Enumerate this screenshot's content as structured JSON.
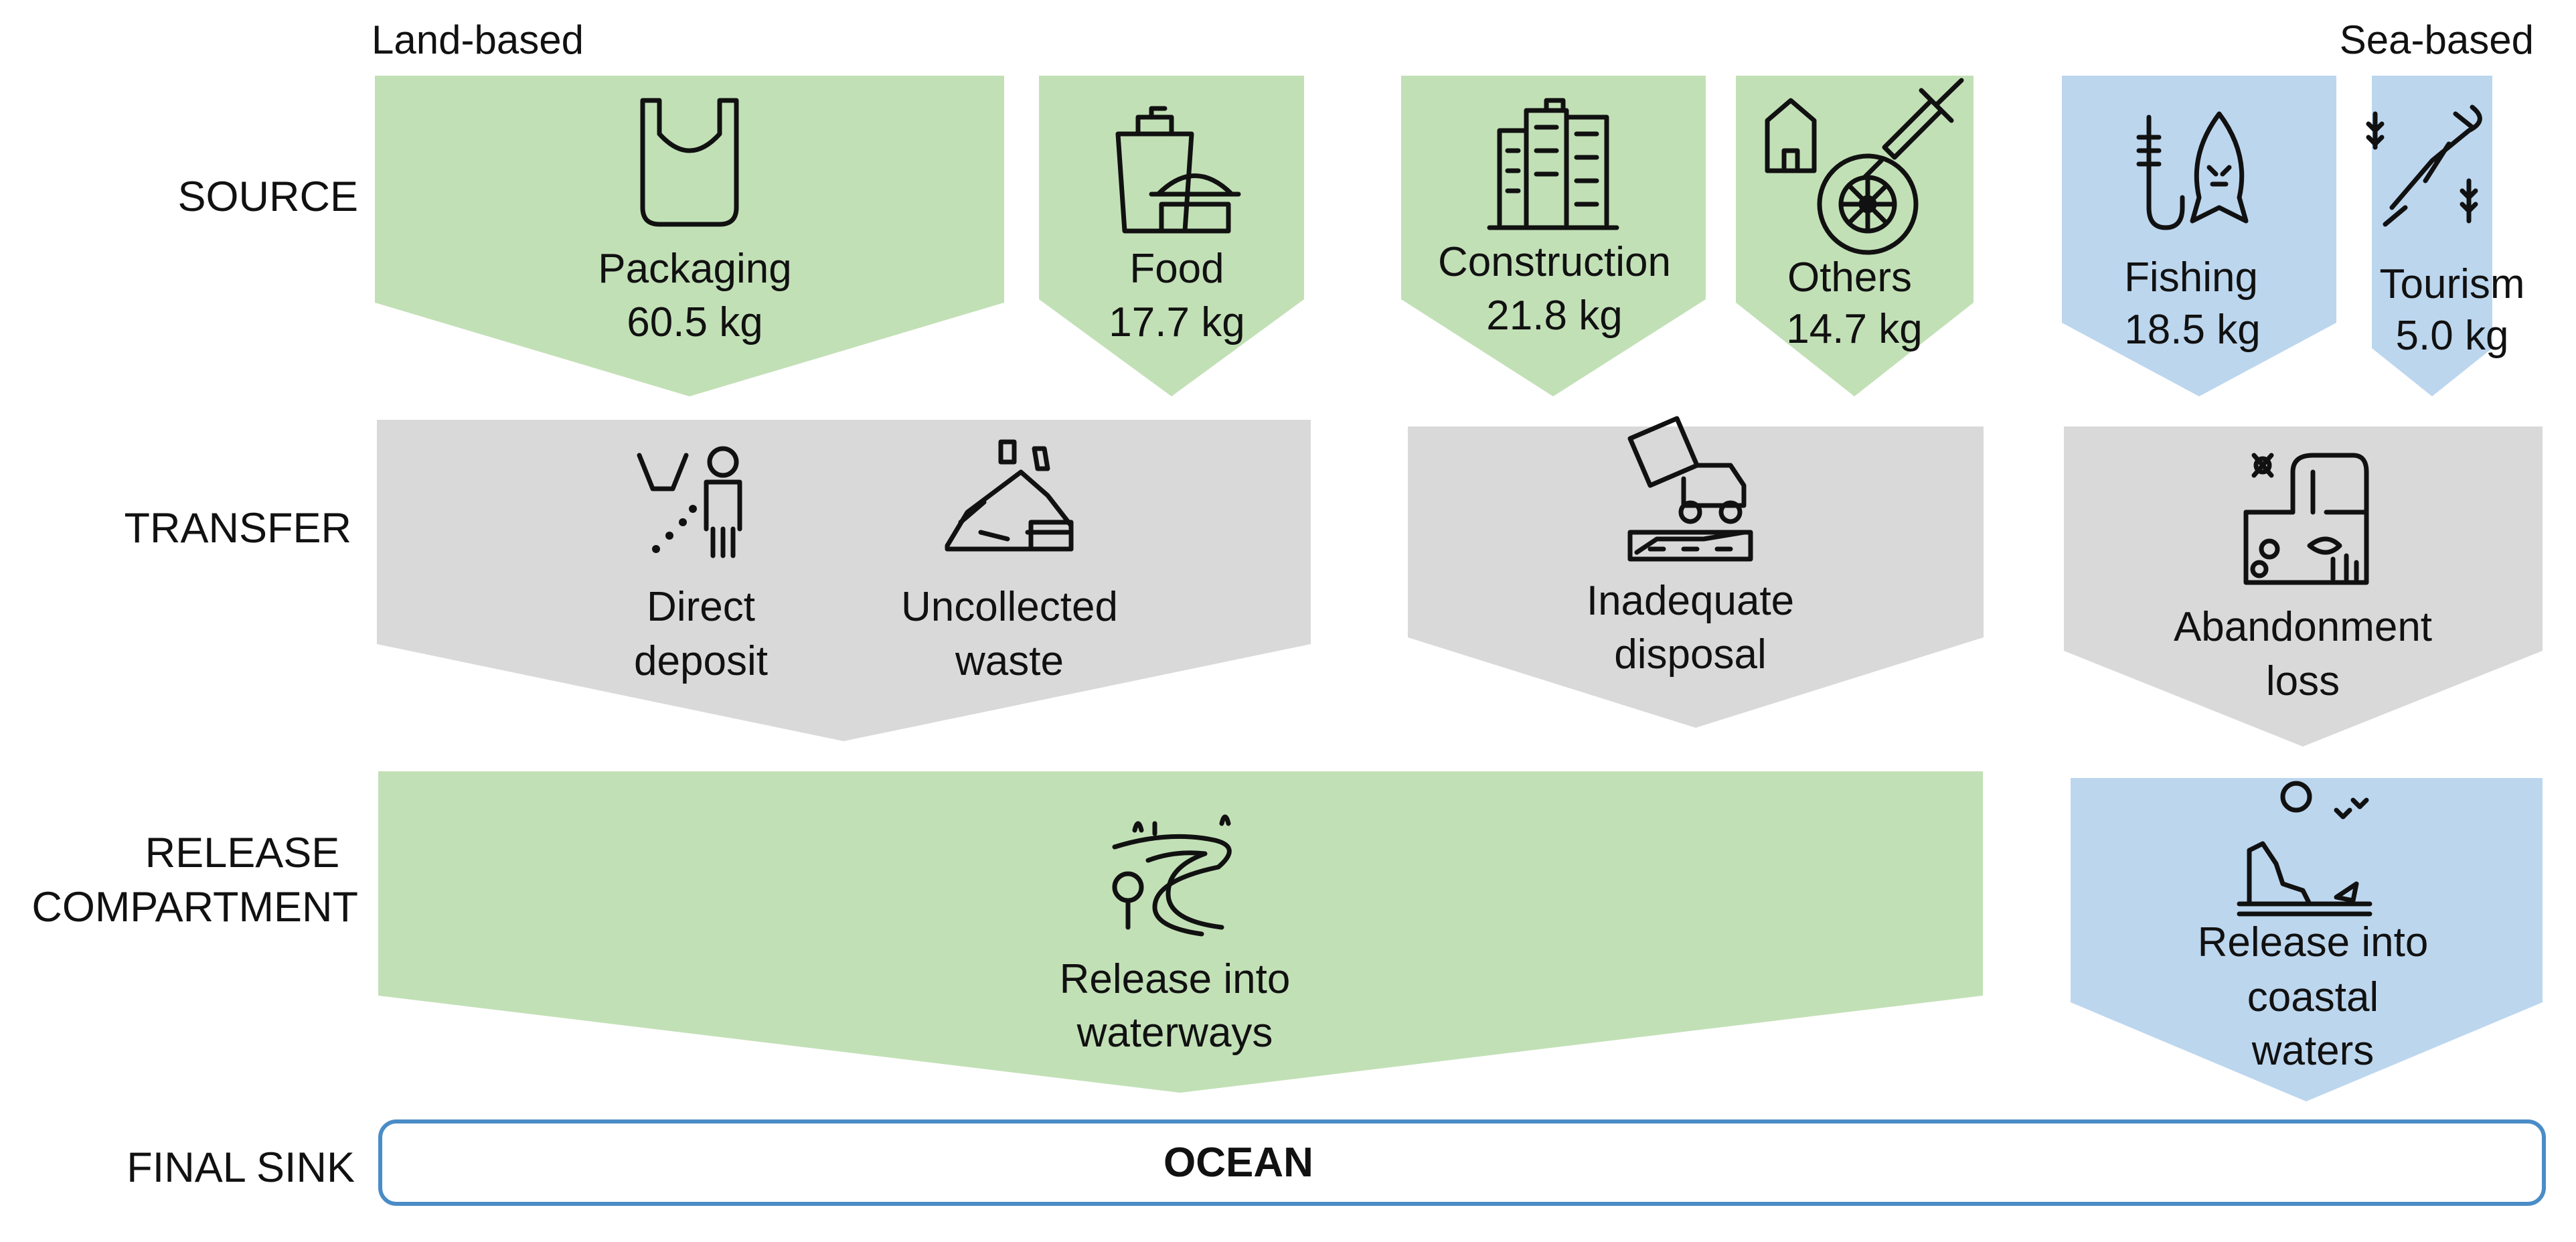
{
  "colors": {
    "land": "#c2e0b6",
    "sea": "#bcd6ee",
    "transfer": "#d9d9d9",
    "sink_border": "#4a8cc6"
  },
  "groups": {
    "land": "Land-based",
    "sea": "Sea-based"
  },
  "rows": {
    "source": "SOURCE",
    "transfer": "TRANSFER",
    "release_line1": "RELEASE",
    "release_line2": "COMPARTMENT",
    "final_sink": "FINAL SINK"
  },
  "sources": [
    {
      "name": "Packaging",
      "amount": "60.5 kg",
      "type": "land",
      "icon": "plastic-bag-icon"
    },
    {
      "name": "Food",
      "amount": "17.7 kg",
      "type": "land",
      "icon": "food-container-icon"
    },
    {
      "name": "Construction",
      "amount": "21.8 kg",
      "type": "land",
      "icon": "buildings-icon"
    },
    {
      "name": "Others",
      "amount": "14.7 kg",
      "type": "land",
      "icon": "house-tire-syringe-icon"
    },
    {
      "name": "Fishing",
      "amount": "18.5 kg",
      "type": "sea",
      "icon": "fish-hook-icon"
    },
    {
      "name": "Tourism",
      "amount": "5.0 kg",
      "type": "sea",
      "icon": "diver-icon"
    }
  ],
  "transfers": [
    {
      "line1": "Direct",
      "line2": "deposit",
      "icon": "person-littering-icon"
    },
    {
      "line1": "Uncollected",
      "line2": "waste",
      "icon": "waste-pile-icon"
    },
    {
      "line1": "Inadequate",
      "line2": "disposal",
      "icon": "dump-truck-icon"
    },
    {
      "line1": "Abandonment",
      "line2": "loss",
      "icon": "abandoned-gear-icon"
    }
  ],
  "releases": [
    {
      "line1": "Release into",
      "line2": "waterways",
      "icon": "river-icon"
    },
    {
      "line1": "Release into",
      "line2": "coastal",
      "line3": "waters",
      "icon": "coast-icon"
    }
  ],
  "sink": "OCEAN"
}
